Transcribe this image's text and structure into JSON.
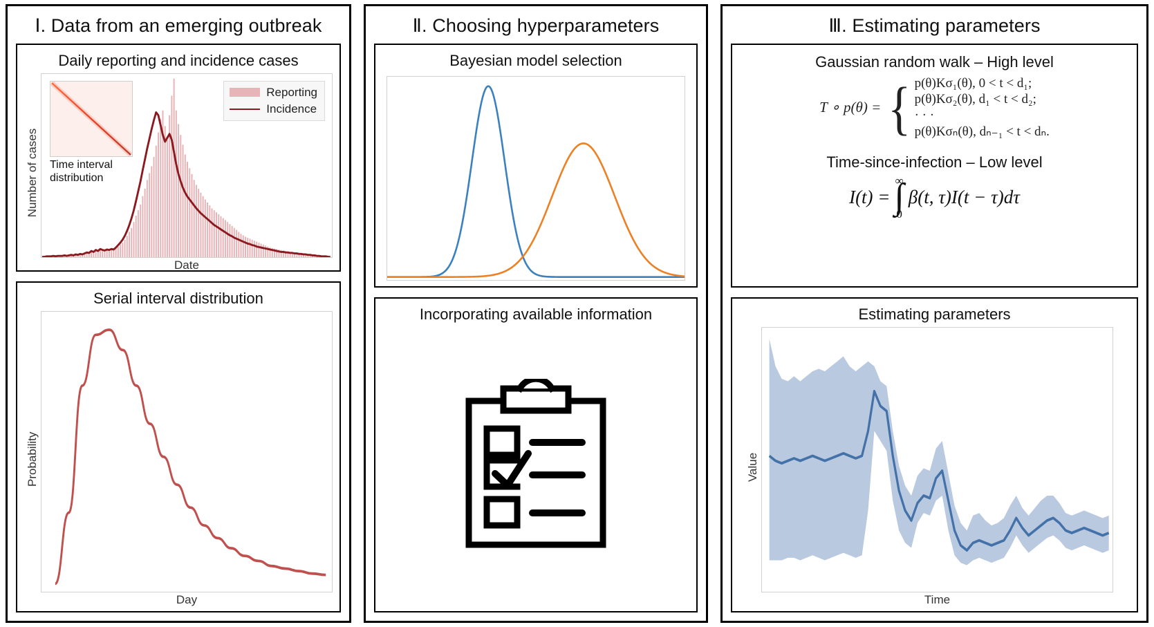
{
  "panels": [
    {
      "numeral": "Ⅰ",
      "title": ". Data from an emerging outbreak"
    },
    {
      "numeral": "Ⅱ",
      "title": ". Choosing hyperparameters"
    },
    {
      "numeral": "Ⅲ",
      "title": ".  Estimating parameters"
    }
  ],
  "cards": {
    "daily_cases": {
      "title": "Daily reporting and incidence cases",
      "ylabel": "Number of cases",
      "xlabel": "Date",
      "legend": [
        {
          "label": "Reporting",
          "type": "bar",
          "color": "#e7b5b7"
        },
        {
          "label": "Incidence",
          "type": "line",
          "color": "#8b1a20"
        }
      ],
      "inset_caption_line1": "Time interval",
      "inset_caption_line2": "distribution"
    },
    "serial_interval": {
      "title": "Serial interval distribution",
      "ylabel": "Probability",
      "xlabel": "Day"
    },
    "bayesian": {
      "title": "Bayesian model selection"
    },
    "incorporating": {
      "title": "Incorporating available information",
      "icon": "clipboard-checklist-icon"
    },
    "grw": {
      "title": "Gaussian random walk – High level",
      "equation_lhs": "T ∘ p(θ) =",
      "cases": [
        "p(θ)Kσ₁(θ), 0 < t < d₁;",
        "p(θ)Kσ₂(θ), d₁ < t < d₂;",
        "· · ·",
        "p(θ)Kσₙ(θ), dₙ₋₁ < t < dₙ."
      ]
    },
    "tsi": {
      "title": "Time-since-infection – Low level",
      "equation": "I(t) = ∫₀^∞ β(t,τ)I(t − τ)dτ",
      "lhs": "I(t) =",
      "int_upper": "∞",
      "int_lower": "0",
      "integrand": "β(t, τ)I(t − τ)dτ"
    },
    "estimating": {
      "title": "Estimating parameters",
      "ylabel": "Value",
      "xlabel": "Time"
    }
  },
  "colors": {
    "reporting_bar": "#e7b5b7",
    "incidence_line": "#8b1a20",
    "serial_curve": "#c0504d",
    "model_blue": "#3b80bf",
    "model_orange": "#ed8023",
    "estimate_line": "#4472a8",
    "estimate_band": "#b9c9e0",
    "inset_bg": "#fdf0ec",
    "inset_diag": "#e8412b"
  },
  "chart_data": [
    {
      "type": "bar",
      "name": "daily-reporting-and-incidence-cases",
      "title": "Daily reporting and incidence cases",
      "xlabel": "Date",
      "ylabel": "Number of cases",
      "grid": false,
      "legend_position": "top-right",
      "series": [
        {
          "name": "Reporting",
          "kind": "bar",
          "color": "#e7b5b7",
          "values": [
            1,
            1,
            2,
            1,
            2,
            2,
            1,
            2,
            3,
            2,
            3,
            2,
            3,
            4,
            3,
            5,
            4,
            6,
            5,
            7,
            9,
            8,
            12,
            10,
            14,
            12,
            16,
            14,
            13,
            15,
            14,
            16,
            15,
            18,
            22,
            26,
            30,
            36,
            44,
            52,
            60,
            72,
            85,
            96,
            108,
            125,
            140,
            158,
            172,
            186,
            205,
            228,
            255,
            282,
            300,
            268,
            240,
            290,
            330,
            365,
            300,
            272,
            250,
            230,
            210,
            195,
            182,
            170,
            158,
            148,
            140,
            132,
            125,
            118,
            112,
            106,
            100,
            96,
            92,
            88,
            84,
            80,
            76,
            72,
            68,
            64,
            60,
            56,
            52,
            48,
            45,
            42,
            40,
            38,
            36,
            34,
            32,
            30,
            28,
            26,
            24,
            22,
            20,
            19,
            18,
            17,
            16,
            15,
            14,
            13,
            12,
            11,
            10,
            9,
            9,
            8,
            8,
            7,
            7,
            6,
            6,
            5,
            5,
            4,
            4,
            3,
            3,
            2,
            2,
            1
          ]
        },
        {
          "name": "Incidence",
          "kind": "line",
          "color": "#8b1a20",
          "values": [
            1,
            1,
            2,
            2,
            2,
            3,
            2,
            3,
            3,
            3,
            4,
            3,
            4,
            5,
            4,
            6,
            5,
            7,
            6,
            8,
            10,
            9,
            13,
            11,
            15,
            13,
            17,
            15,
            14,
            16,
            15,
            17,
            16,
            20,
            25,
            30,
            36,
            44,
            54,
            66,
            80,
            96,
            115,
            135,
            155,
            178,
            200,
            222,
            242,
            262,
            280,
            296,
            290,
            270,
            250,
            236,
            244,
            252,
            240,
            215,
            190,
            170,
            155,
            142,
            132,
            124,
            118,
            112,
            106,
            100,
            95,
            90,
            86,
            82,
            78,
            74,
            70,
            66,
            63,
            60,
            57,
            54,
            51,
            48,
            45,
            43,
            40,
            38,
            36,
            34,
            32,
            30,
            28,
            27,
            25,
            24,
            22,
            21,
            20,
            19,
            18,
            17,
            16,
            15,
            14,
            13,
            12,
            11,
            11,
            10,
            10,
            9,
            9,
            8,
            8,
            7,
            7,
            6,
            6,
            5,
            5,
            4,
            4,
            3,
            3,
            2,
            2,
            2,
            1,
            1
          ]
        }
      ],
      "inset": {
        "type": "heatmap",
        "name": "time-interval-distribution",
        "caption": "Time interval distribution",
        "description": "anti-diagonal bright band on pale background",
        "background": "#fdf0ec",
        "band_color": "#e8412b"
      }
    },
    {
      "type": "line",
      "name": "serial-interval-distribution",
      "title": "Serial interval distribution",
      "xlabel": "Day",
      "ylabel": "Probability",
      "grid": false,
      "color": "#c0504d",
      "distribution": "right-skewed gamma-like",
      "x": [
        0,
        1,
        2,
        3,
        4,
        5,
        6,
        7,
        8,
        9,
        10,
        11,
        12,
        13,
        14,
        15,
        16,
        17,
        18,
        19,
        20
      ],
      "y": [
        0.0,
        0.28,
        0.78,
        0.98,
        1.0,
        0.92,
        0.78,
        0.63,
        0.5,
        0.39,
        0.3,
        0.23,
        0.18,
        0.14,
        0.11,
        0.09,
        0.07,
        0.06,
        0.05,
        0.04,
        0.035
      ],
      "peak_x": 4
    },
    {
      "type": "line",
      "name": "bayesian-model-selection",
      "title": "Bayesian model selection",
      "xlabel": "",
      "ylabel": "",
      "grid": false,
      "series": [
        {
          "name": "model-1",
          "color": "#3b80bf",
          "mean": 0.34,
          "sd": 0.055,
          "peak": 1.0
        },
        {
          "name": "model-2",
          "color": "#ed8023",
          "mean": 0.66,
          "sd": 0.105,
          "peak": 0.7
        }
      ]
    },
    {
      "type": "area",
      "name": "estimating-parameters",
      "title": "Estimating parameters",
      "xlabel": "Time",
      "ylabel": "Value",
      "grid": false,
      "line_color": "#4472a8",
      "band_color": "#b9c9e0",
      "median": [
        0.52,
        0.5,
        0.49,
        0.5,
        0.51,
        0.5,
        0.51,
        0.52,
        0.51,
        0.5,
        0.51,
        0.52,
        0.53,
        0.52,
        0.51,
        0.52,
        0.62,
        0.78,
        0.72,
        0.7,
        0.52,
        0.38,
        0.3,
        0.26,
        0.33,
        0.36,
        0.35,
        0.43,
        0.46,
        0.34,
        0.22,
        0.16,
        0.14,
        0.17,
        0.18,
        0.17,
        0.16,
        0.17,
        0.18,
        0.22,
        0.27,
        0.23,
        0.2,
        0.22,
        0.24,
        0.26,
        0.27,
        0.25,
        0.22,
        0.21,
        0.22,
        0.23,
        0.22,
        0.21,
        0.2,
        0.21
      ],
      "lower": [
        0.1,
        0.1,
        0.1,
        0.11,
        0.11,
        0.1,
        0.11,
        0.12,
        0.11,
        0.1,
        0.11,
        0.12,
        0.13,
        0.12,
        0.11,
        0.12,
        0.3,
        0.62,
        0.58,
        0.54,
        0.34,
        0.22,
        0.17,
        0.15,
        0.25,
        0.29,
        0.28,
        0.34,
        0.36,
        0.22,
        0.12,
        0.09,
        0.08,
        0.1,
        0.11,
        0.1,
        0.09,
        0.1,
        0.11,
        0.15,
        0.2,
        0.16,
        0.13,
        0.15,
        0.17,
        0.19,
        0.2,
        0.18,
        0.15,
        0.14,
        0.15,
        0.16,
        0.15,
        0.14,
        0.13,
        0.14
      ],
      "upper": [
        0.99,
        0.88,
        0.83,
        0.82,
        0.84,
        0.82,
        0.84,
        0.86,
        0.87,
        0.86,
        0.88,
        0.9,
        0.92,
        0.88,
        0.86,
        0.88,
        0.9,
        0.88,
        0.82,
        0.8,
        0.62,
        0.48,
        0.4,
        0.36,
        0.44,
        0.47,
        0.46,
        0.55,
        0.58,
        0.45,
        0.32,
        0.25,
        0.22,
        0.28,
        0.29,
        0.26,
        0.24,
        0.25,
        0.27,
        0.32,
        0.36,
        0.31,
        0.28,
        0.31,
        0.34,
        0.36,
        0.36,
        0.33,
        0.29,
        0.28,
        0.29,
        0.3,
        0.29,
        0.28,
        0.27,
        0.28
      ]
    }
  ]
}
